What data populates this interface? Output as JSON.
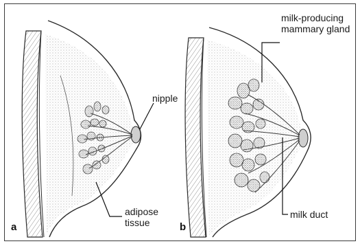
{
  "figure": {
    "panel_a": {
      "letter": "a",
      "labels": {
        "nipple": "nipple",
        "adipose_line1": "adipose",
        "adipose_line2": "tissue"
      }
    },
    "panel_b": {
      "letter": "b",
      "labels": {
        "gland_line1": "milk-producing",
        "gland_line2": "mammary gland",
        "duct": "milk duct"
      }
    },
    "colors": {
      "outline": "#2a2a2a",
      "stipple": "#9a9a9a",
      "lobule": "#6b6b6b",
      "background": "#ffffff"
    }
  }
}
